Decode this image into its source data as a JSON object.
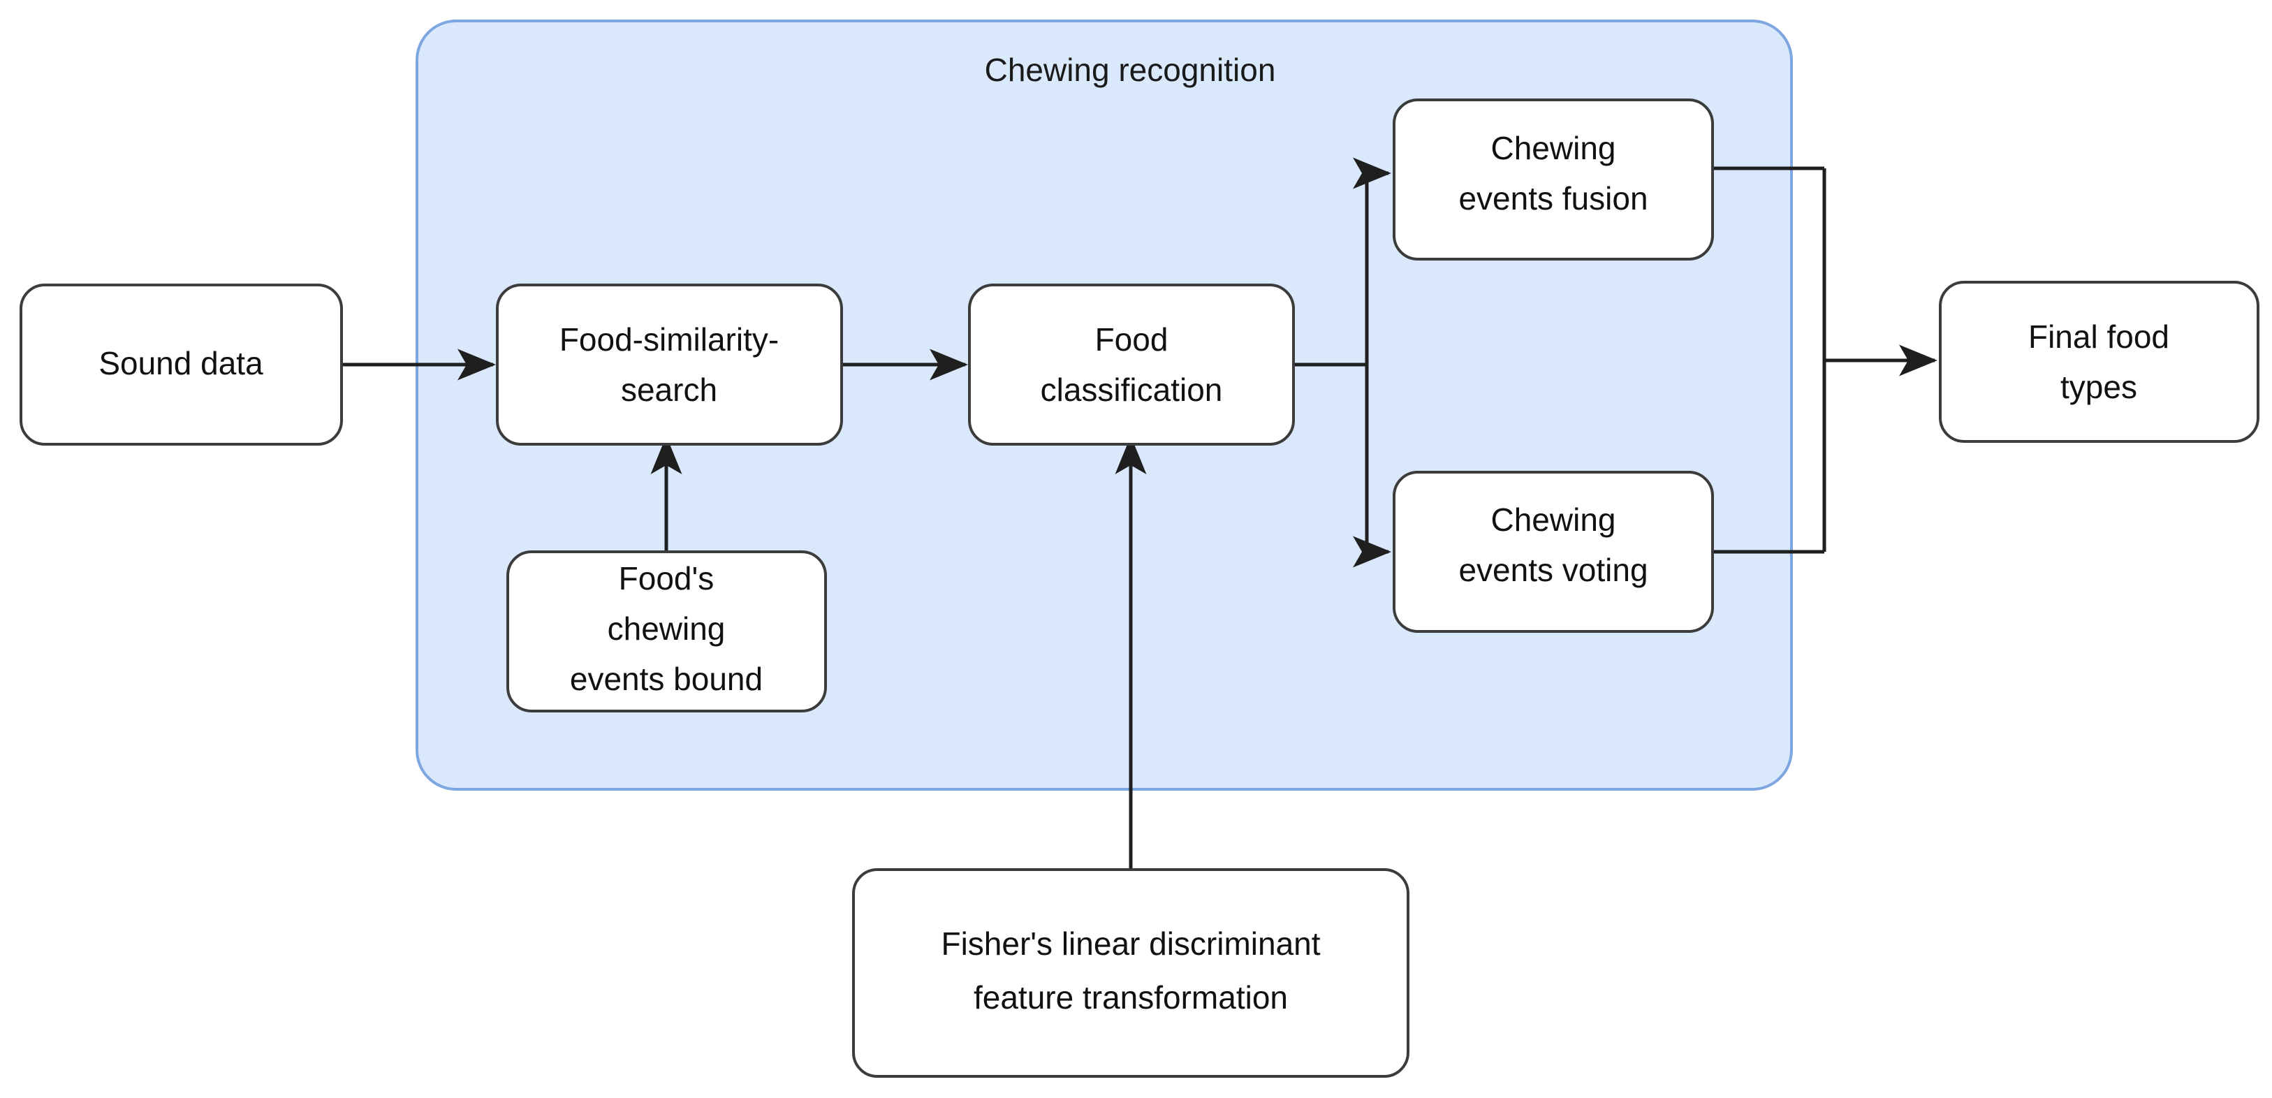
{
  "diagram": {
    "title": "Chewing recognition",
    "colors": {
      "group_fill": "#dae8fc",
      "group_stroke": "#7ea6e0",
      "node_fill": "#ffffff",
      "node_stroke": "#3c3c3c",
      "edge_stroke": "#1f1f1f",
      "text": "#111111",
      "background": "#ffffff"
    },
    "group": {
      "label": "Chewing recognition"
    },
    "nodes": {
      "sound_data": {
        "label": "Sound data",
        "lines": [
          "Sound data"
        ]
      },
      "food_similarity_search": {
        "label": "Food-similarity-search",
        "lines": [
          "Food-similarity-",
          "search"
        ]
      },
      "foods_chewing_events_bound": {
        "label": "Food's chewing events bound",
        "lines": [
          "Food's",
          "chewing",
          "events bound"
        ]
      },
      "food_classification": {
        "label": "Food classification",
        "lines": [
          "Food",
          "classification"
        ]
      },
      "chewing_events_fusion": {
        "label": "Chewing events fusion",
        "lines": [
          "Chewing",
          "events fusion"
        ]
      },
      "chewing_events_voting": {
        "label": "Chewing events voting",
        "lines": [
          "Chewing",
          "events voting"
        ]
      },
      "fisher_transform": {
        "label": "Fisher's linear discriminant feature transformation",
        "lines": [
          "Fisher's linear discriminant",
          "feature transformation"
        ]
      },
      "final_food_types": {
        "label": "Final food types",
        "lines": [
          "Final food",
          "types"
        ]
      }
    },
    "edges": [
      {
        "from": "sound_data",
        "to": "food_similarity_search",
        "arrow": true
      },
      {
        "from": "foods_chewing_events_bound",
        "to": "food_similarity_search",
        "arrow": true
      },
      {
        "from": "food_similarity_search",
        "to": "food_classification",
        "arrow": true
      },
      {
        "from": "fisher_transform",
        "to": "food_classification",
        "arrow": true
      },
      {
        "from": "food_classification",
        "to": "chewing_events_fusion",
        "arrow": true
      },
      {
        "from": "food_classification",
        "to": "chewing_events_voting",
        "arrow": true
      },
      {
        "from": "chewing_events_fusion",
        "to": "final_food_types",
        "arrow": true
      },
      {
        "from": "chewing_events_voting",
        "to": "final_food_types",
        "arrow": true
      }
    ]
  }
}
